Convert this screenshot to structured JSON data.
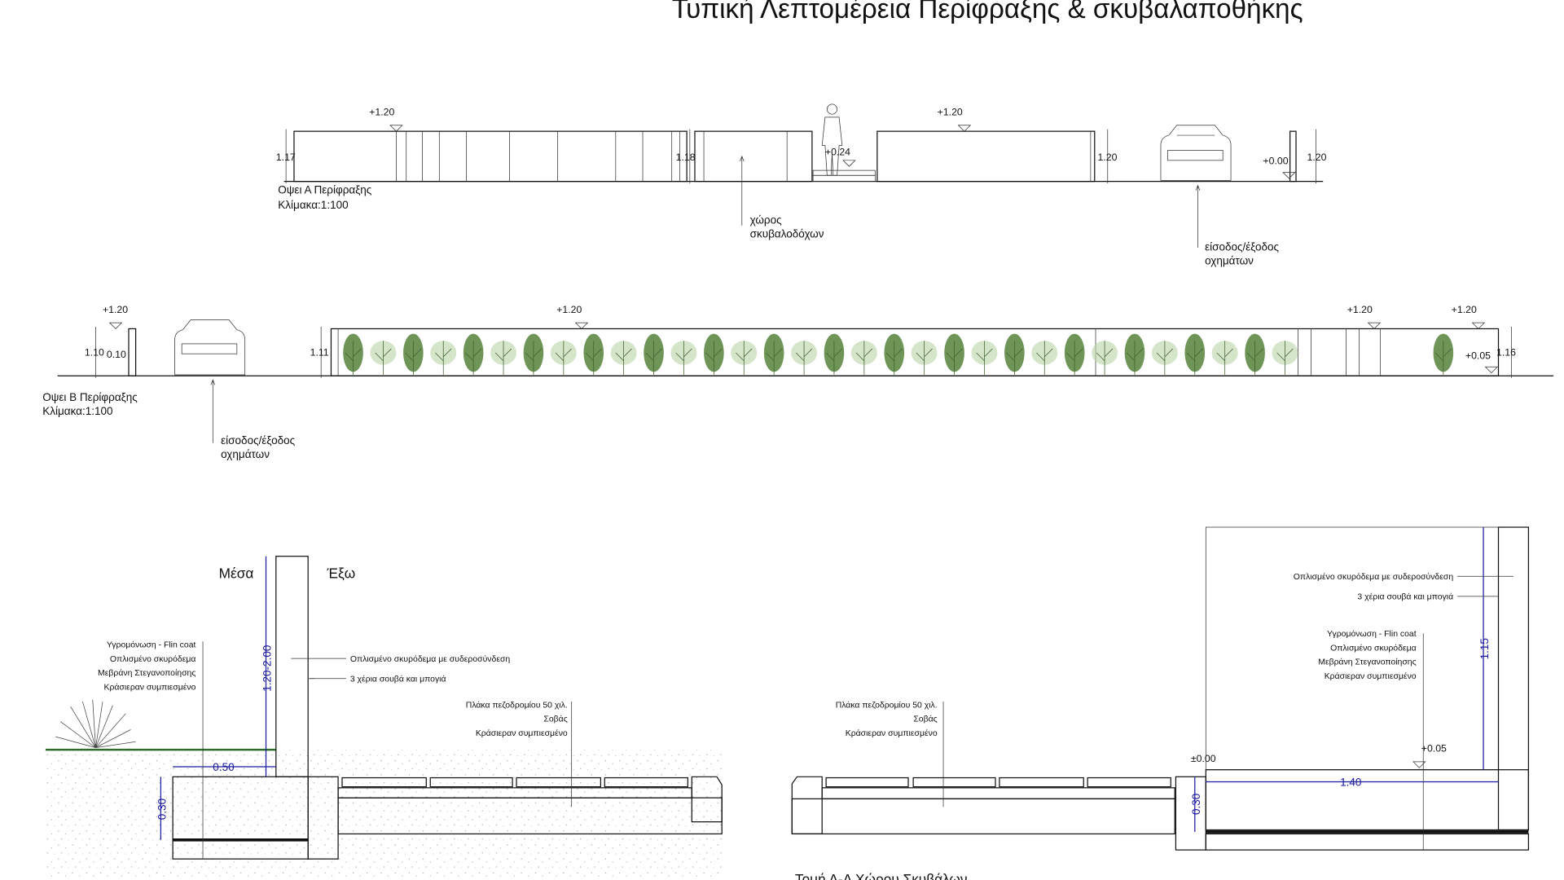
{
  "title": "Τυπική Λεπτομέρεια Περίφραξης & σκυβαλαποθήκης",
  "elevation_a": {
    "name": "Οψει Α Περίφραξης",
    "scale": "Κλίμακα:1:100",
    "levels": [
      "+1.20",
      "+1.20",
      "+0.24",
      "+0.00"
    ],
    "dims": [
      "1.17",
      "1.18",
      "1.20",
      "1.20"
    ],
    "note_bins": [
      "χώρος",
      "σκυβαλοδόχων"
    ],
    "note_entrance": [
      "είσοδος/έξοδος",
      "οχημάτων"
    ]
  },
  "elevation_b": {
    "name": "Οψει Β Περίφραξης",
    "scale": "Κλίμακα:1:100",
    "levels": [
      "+1.20",
      "+1.20",
      "+1.20",
      "+1.20",
      "+0.05"
    ],
    "dims": [
      "1.10",
      "0.10",
      "1.11",
      "1.16"
    ],
    "note_entrance": [
      "είσοδος/έξοδος",
      "οχημάτων"
    ]
  },
  "section_fence": {
    "inside": "Μέσα",
    "outside": "Έξω",
    "dims": [
      "1.20-2.00",
      "0.50",
      "0.30"
    ],
    "layers": [
      "Υγρομόνωση - Flin coat",
      "Οπλισμένο σκυρόδεμα",
      "Μεβράνη Στεγανοποίησης",
      "Κράσιεραν συμπιεσμένο"
    ],
    "wall_notes": [
      "Οπλισμένο σκυρόδεμα με συδεροσύνδεση",
      "3 χέρια σουβά και μπογιά"
    ],
    "paving": [
      "Πλάκα πεζοδρομίου 50 χιλ.",
      "Σοβάς",
      "Κράσιεραν συμπιεσμένο"
    ]
  },
  "section_bins": {
    "caption": "Τομή Α-Α Χώρου Σκυβάλων",
    "levels": [
      "±0.00",
      "+0.05"
    ],
    "dims": [
      "1.15",
      "1.40",
      "0.30"
    ],
    "wall_notes": [
      "Οπλισμένο σκυρόδεμα με συδεροσύνδεση",
      "3 χέρια σουβά και μπογιά"
    ],
    "layers": [
      "Υγρομόνωση - Flin coat",
      "Οπλισμένο σκυρόδεμα",
      "Μεβράνη Στεγανοποίησης",
      "Κράσιεραν συμπιεσμένο"
    ],
    "paving": [
      "Πλάκα πεζοδρομίου 50 χιλ.",
      "Σοβάς",
      "Κράσιεραν συμπιεσμένο"
    ]
  },
  "colors": {
    "dimension": "#1a1aa0",
    "plant": "#5e8a45",
    "ink": "#111111"
  }
}
